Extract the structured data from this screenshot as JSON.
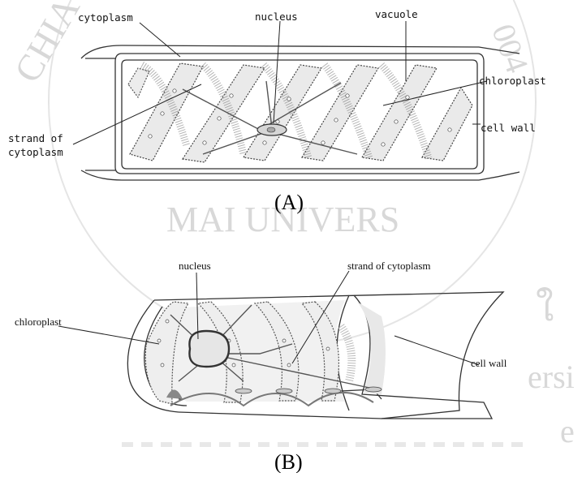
{
  "figure_a": {
    "labels": {
      "cytoplasm": "cytoplasm",
      "nucleus": "nucleus",
      "vacuole": "vacuole",
      "chloroplast": "chloroplast",
      "cell_wall": "cell wall",
      "strand_line1": "strand of",
      "strand_line2": "cytoplasm"
    },
    "caption": "(A)"
  },
  "figure_b": {
    "labels": {
      "nucleus": "nucleus",
      "strand": "strand of cytoplasm",
      "chloroplast": "chloroplast",
      "cell_wall": "cell wall"
    },
    "caption": "(B)"
  },
  "watermark": {
    "left_text": "CHIA",
    "top_digits": "004",
    "middle_text": "MAI UNIVERS",
    "right_text_1": "ใ",
    "right_text_2": "ersi",
    "right_text_3": "e"
  }
}
